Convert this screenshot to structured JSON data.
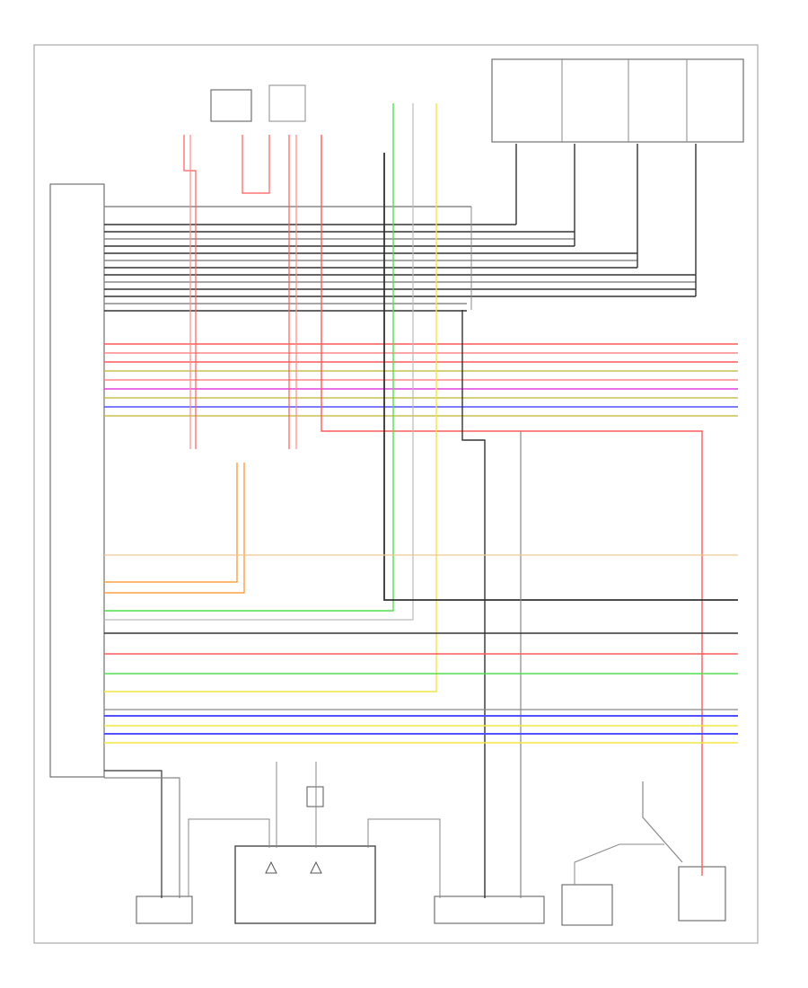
{
  "diagram": {
    "footer_code": "",
    "upper_note": "",
    "component_labels": [
      {
        "id": "control-unit",
        "text": ""
      },
      {
        "id": "front-antenna",
        "text": ""
      },
      {
        "id": "center-module",
        "text": ""
      },
      {
        "id": "left-antenna",
        "text": ""
      },
      {
        "id": "right-module",
        "text": ""
      },
      {
        "id": "door-switch",
        "text": ""
      }
    ]
  },
  "colors": {
    "red": "#ff5a5a",
    "pink": "#ff8a8a",
    "magenta": "#e040e0",
    "orange": "#ffa040",
    "yellow": "#f2e640",
    "green": "#50e050",
    "blue": "#5050ff",
    "olive": "#c8c050",
    "black": "#333333",
    "gray": "#888888",
    "lightgray": "#bbbbbb",
    "tan": "#f0c890"
  }
}
